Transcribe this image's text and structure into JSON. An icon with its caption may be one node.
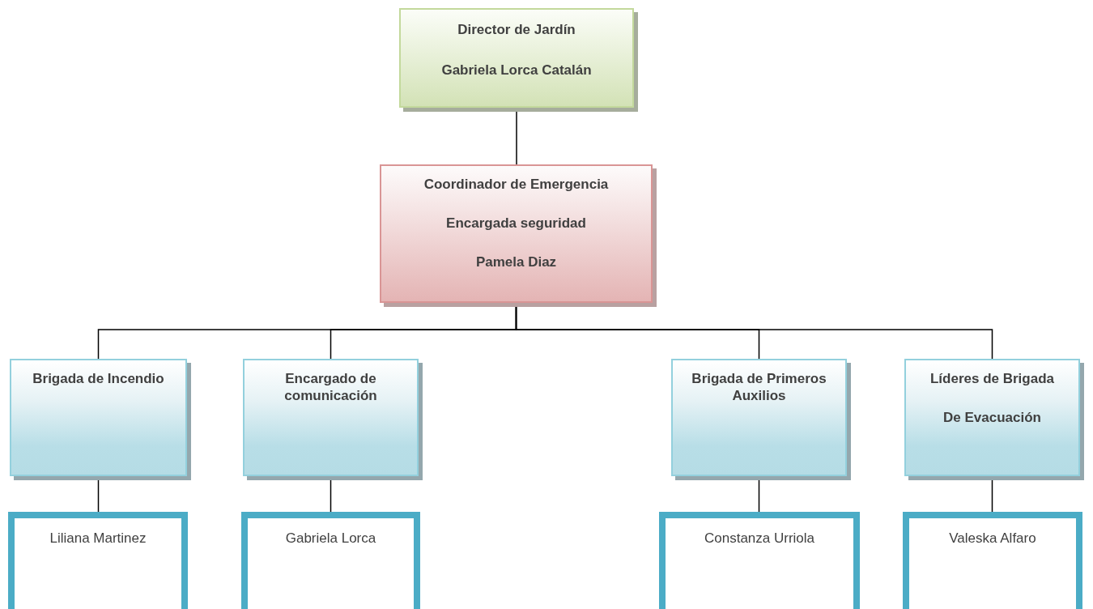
{
  "diagram": {
    "nodes": [
      {
        "text": [
          "Director de Jardín",
          "Gabriela Lorca Catalán"
        ]
      },
      {
        "text": [
          "Coordinador de Emergencia",
          "Encargada seguridad",
          "Pamela Diaz"
        ]
      },
      {
        "text": [
          "Brigada de Incendio"
        ]
      },
      {
        "text": [
          "Encargado de comunicación"
        ]
      },
      {
        "text": [
          "Brigada de Primeros Auxilios"
        ]
      },
      {
        "text": [
          "Líderes de Brigada",
          "De Evacuación"
        ]
      },
      {
        "text": [
          "Liliana Martinez"
        ]
      },
      {
        "text": [
          "Gabriela Lorca"
        ]
      },
      {
        "text": [
          "Constanza Urriola"
        ]
      },
      {
        "text": [
          "Valeska Alfaro"
        ]
      }
    ],
    "edges": [
      {
        "from": 0,
        "to": 1,
        "arrow": "none"
      },
      {
        "from": 1,
        "to": 2,
        "arrow": "none"
      },
      {
        "from": 1,
        "to": 3,
        "arrow": "none"
      },
      {
        "from": 1,
        "to": 4,
        "arrow": "none"
      },
      {
        "from": 1,
        "to": 5,
        "arrow": "none"
      },
      {
        "from": 2,
        "to": 6,
        "arrow": "none"
      },
      {
        "from": 3,
        "to": 7,
        "arrow": "none"
      },
      {
        "from": 4,
        "to": 8,
        "arrow": "none"
      },
      {
        "from": 5,
        "to": 9,
        "arrow": "none"
      }
    ]
  }
}
